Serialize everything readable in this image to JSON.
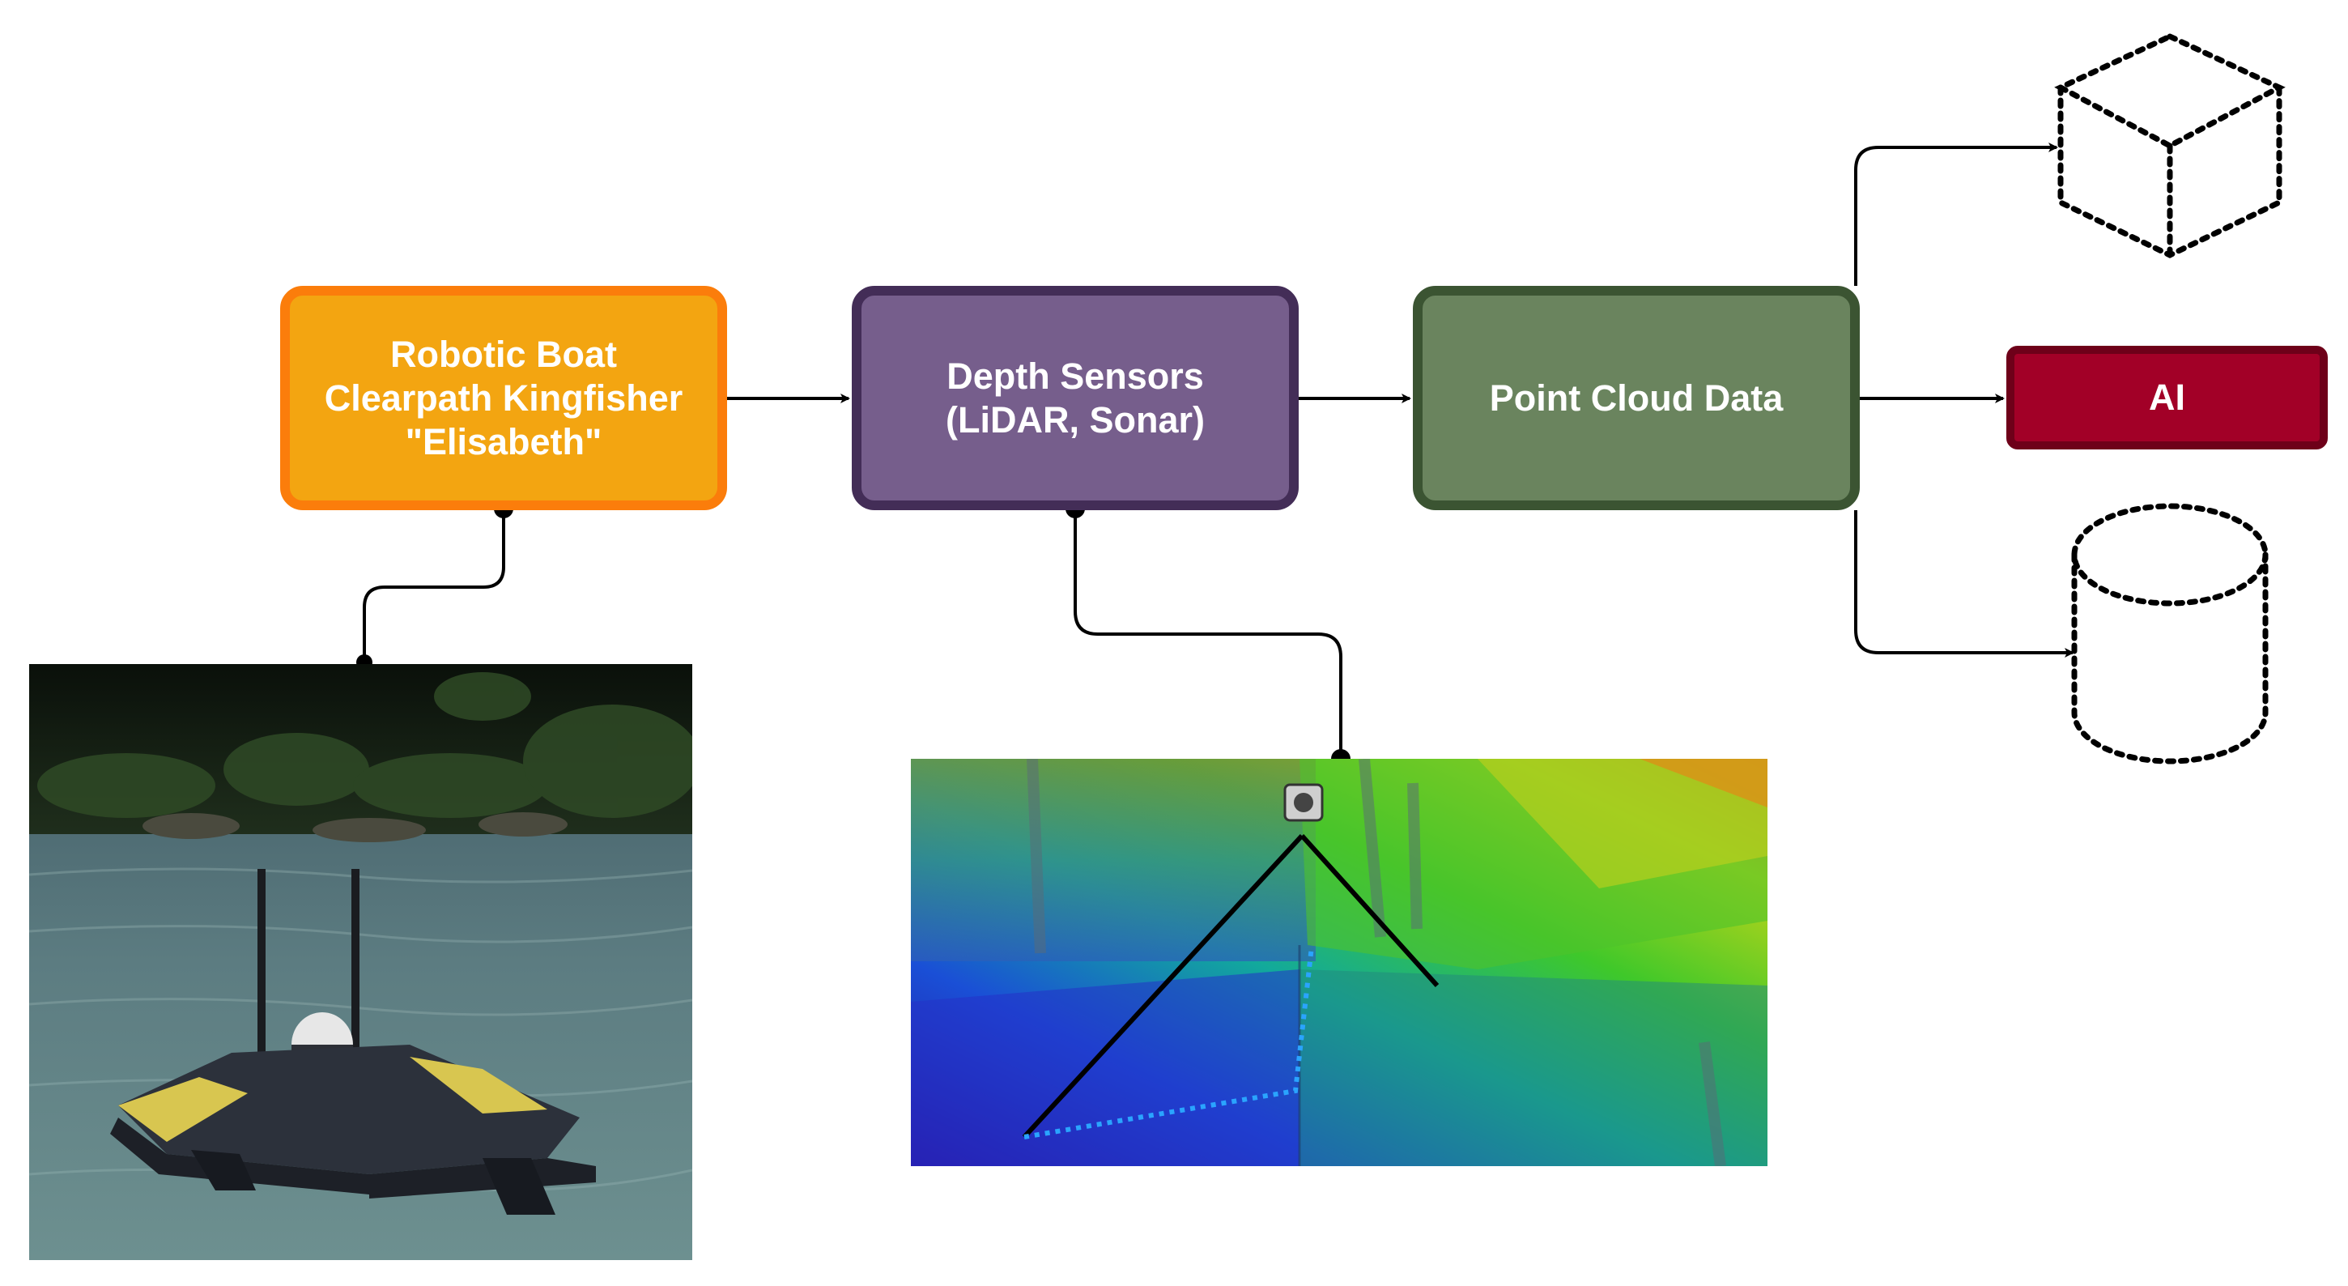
{
  "nodes": {
    "boat": {
      "line1": "Robotic Boat",
      "line2": "Clearpath Kingfisher",
      "line3": "\"Elisabeth\""
    },
    "sensors": {
      "line1": "Depth Sensors",
      "line2": "(LiDAR, Sonar)"
    },
    "point_cloud": {
      "line1": "Point Cloud Data"
    },
    "ai": {
      "line1": "AI"
    }
  },
  "images": {
    "boat_photo": "photo of robotic boat on river",
    "lidar_render": "colored depth point cloud render with sensor"
  },
  "icons": [
    "cube-outline-icon",
    "cylinder-outline-icon"
  ],
  "colors": {
    "boat_fill": "#f3a511",
    "boat_border": "#fb7d0b",
    "sensors_fill": "#765e8c",
    "sensors_border": "#432d57",
    "pcd_fill": "#6a845e",
    "pcd_border": "#3b5432",
    "ai_fill": "#a20027",
    "ai_border": "#6e0019"
  }
}
